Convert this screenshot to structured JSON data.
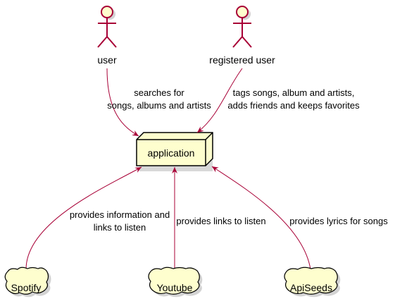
{
  "colors": {
    "line": "#A80036",
    "node_fill": "#FEFECE",
    "node_border": "#000000",
    "shadow": "#c8c8c8",
    "text": "#000000"
  },
  "actors": [
    {
      "id": "user",
      "label": "user"
    },
    {
      "id": "registered",
      "label": "registered user"
    }
  ],
  "node": {
    "label": "application"
  },
  "clouds": [
    {
      "id": "spotify",
      "label": "Spotify"
    },
    {
      "id": "youtube",
      "label": "Youtube"
    },
    {
      "id": "apiseeds",
      "label": "ApiSeeds"
    }
  ],
  "edges": {
    "user_to_app": [
      "searches for",
      "songs, albums and artists"
    ],
    "registered_to_app": [
      "tags songs, album and artists,",
      "adds friends and keeps favorites"
    ],
    "spotify_to_app": [
      "provides information and",
      "links to listen"
    ],
    "youtube_to_app": [
      "provides links to listen"
    ],
    "apiseeds_to_app": [
      "provides lyrics for songs"
    ]
  }
}
